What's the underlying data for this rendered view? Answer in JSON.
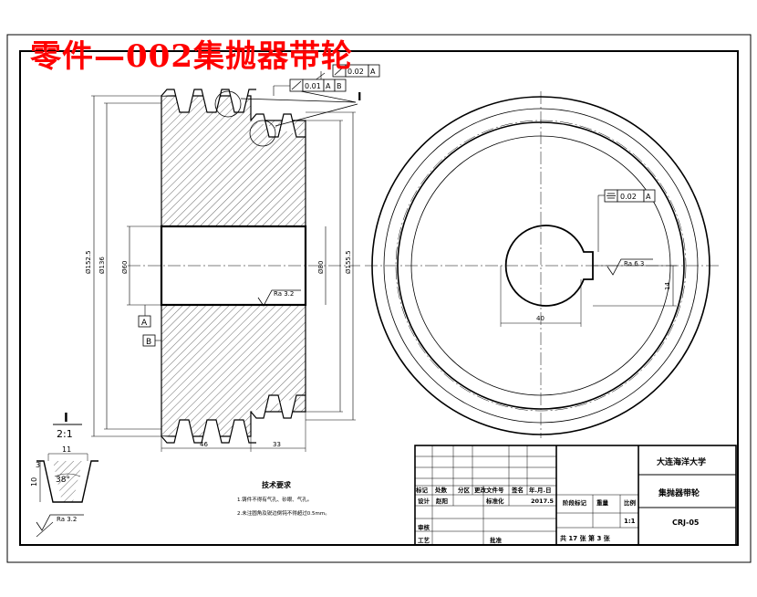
{
  "title_overlay": "零件—002集抛器带轮",
  "tolerances": {
    "runout_a": "0.02",
    "runout_a_datum": "A",
    "runout_ab": "0.01",
    "runout_ab_datum1": "A",
    "runout_ab_datum2": "B",
    "sym_keyway": "0.02",
    "sym_keyway_datum": "A"
  },
  "datums": {
    "a": "A",
    "b": "B"
  },
  "detail": {
    "label": "I",
    "scale": "2:1",
    "width": "11",
    "angle": "38°",
    "depth_top": "3",
    "depth_side": "10",
    "roughness": "Ra 3.2"
  },
  "section_view": {
    "dim_outer": "Ø152.5",
    "dim_pitch": "Ø136",
    "dim_bore": "Ø60",
    "dim_bore_right": "Ø80",
    "dim_right": "Ø155.5",
    "roughness_bore": "Ra 3.2",
    "width_left": "46",
    "width_right": "33",
    "view_label": "I"
  },
  "end_view": {
    "bore_dim": "40",
    "keyway_roughness": "Ra 6.3",
    "keyway_dim": "14"
  },
  "tech_req": {
    "title": "技术要求",
    "line1": "1.铸件不得有气孔、砂眼、气孔。",
    "line2": "2.未注圆角及锐边倒钝不得超过0.5mm。"
  },
  "title_block": {
    "school": "大连海洋大学",
    "part_name": "集抛器带轮",
    "drawing_no": "CRJ-05",
    "scale": "1:1",
    "row_labels": [
      "标记",
      "处数",
      "分区",
      "更改文件号",
      "签名",
      "年.月.日"
    ],
    "design_label": "设计",
    "designer": "赵阳",
    "std_label": "标准化",
    "date": "2017.5",
    "stage_label": "阶段标记",
    "weight_label": "重量",
    "scale_label": "比例",
    "audit_label": "审核",
    "process_label": "工艺",
    "approve_label": "批准",
    "sheet_text": "共 17 张   第 3 张"
  }
}
